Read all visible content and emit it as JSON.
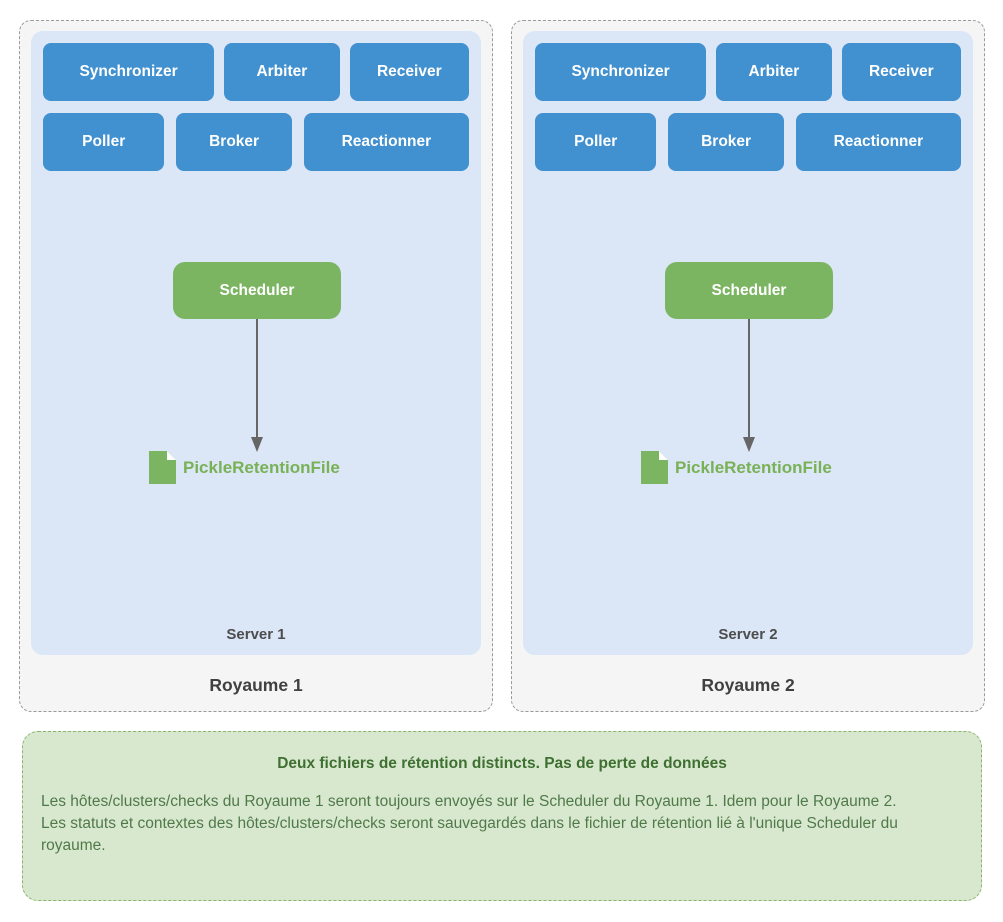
{
  "diagram": {
    "realms": [
      {
        "label": "Royaume 1",
        "server_label": "Server 1",
        "daemons_row1": [
          "Synchronizer",
          "Arbiter",
          "Receiver"
        ],
        "daemons_row2": [
          "Poller",
          "Broker",
          "Reactionner"
        ],
        "scheduler_label": "Scheduler",
        "retention_file_label": "PickleRetentionFile"
      },
      {
        "label": "Royaume 2",
        "server_label": "Server 2",
        "daemons_row1": [
          "Synchronizer",
          "Arbiter",
          "Receiver"
        ],
        "daemons_row2": [
          "Poller",
          "Broker",
          "Reactionner"
        ],
        "scheduler_label": "Scheduler",
        "retention_file_label": "PickleRetentionFile"
      }
    ],
    "note": {
      "title": "Deux fichiers de rétention distincts. Pas de perte de données",
      "body_lines": [
        "Les hôtes/clusters/checks du Royaume 1 seront toujours envoyés sur le Scheduler du Royaume 1. Idem pour le Royaume 2.",
        "Les statuts et contextes des hôtes/clusters/checks seront sauvegardés dans le fichier de rétention lié à l'unique Scheduler du royaume."
      ]
    },
    "colors": {
      "daemon_blue": "#4190cf",
      "server_background": "#dbe6f7",
      "scheduler_green": "#7cb561",
      "retention_text_green": "#79b156",
      "note_background": "#d8e8ce",
      "note_border_green": "#8ab46d",
      "note_title_green": "#3e7031",
      "note_body_green": "#50794a",
      "panel_background": "#f5f5f5",
      "panel_border_gray": "#9a9a9a",
      "arrow_gray": "#666666",
      "label_gray": "#4d4d4d"
    }
  }
}
